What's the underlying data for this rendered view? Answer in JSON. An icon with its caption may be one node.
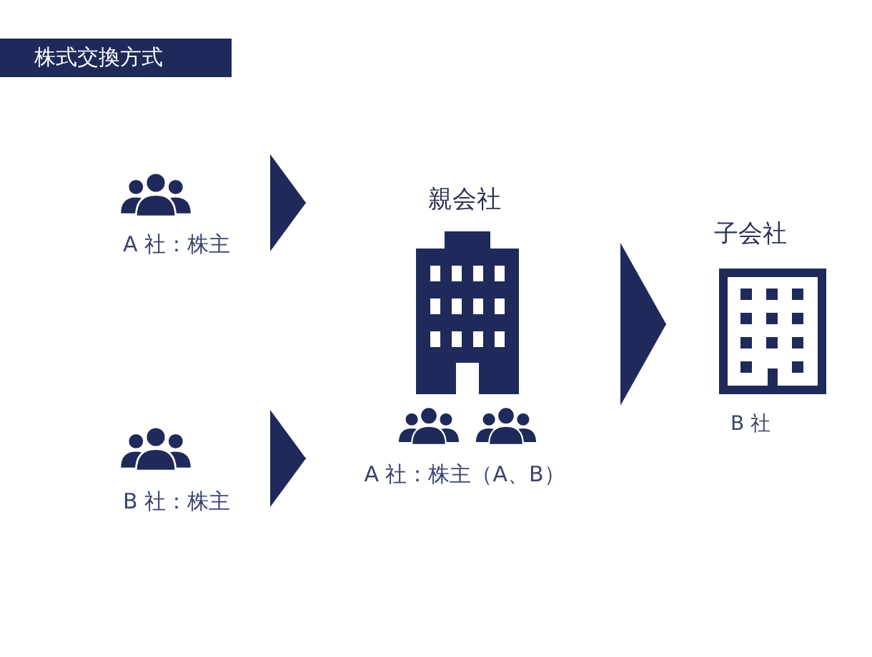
{
  "diagram": {
    "title": "株式交換方式",
    "nodes": [
      {
        "text": [
          "A 社：株主"
        ]
      },
      {
        "text": [
          "B 社：株主"
        ]
      },
      {
        "text": [
          "親会社",
          "A 社：株主（A、B）"
        ]
      },
      {
        "text": [
          "子会社",
          "B 社"
        ]
      }
    ],
    "edges": [
      {
        "from": 0,
        "to": 2,
        "arrow": "to"
      },
      {
        "from": 1,
        "to": 2,
        "arrow": "to"
      },
      {
        "from": 2,
        "to": 3,
        "arrow": "to"
      }
    ]
  }
}
